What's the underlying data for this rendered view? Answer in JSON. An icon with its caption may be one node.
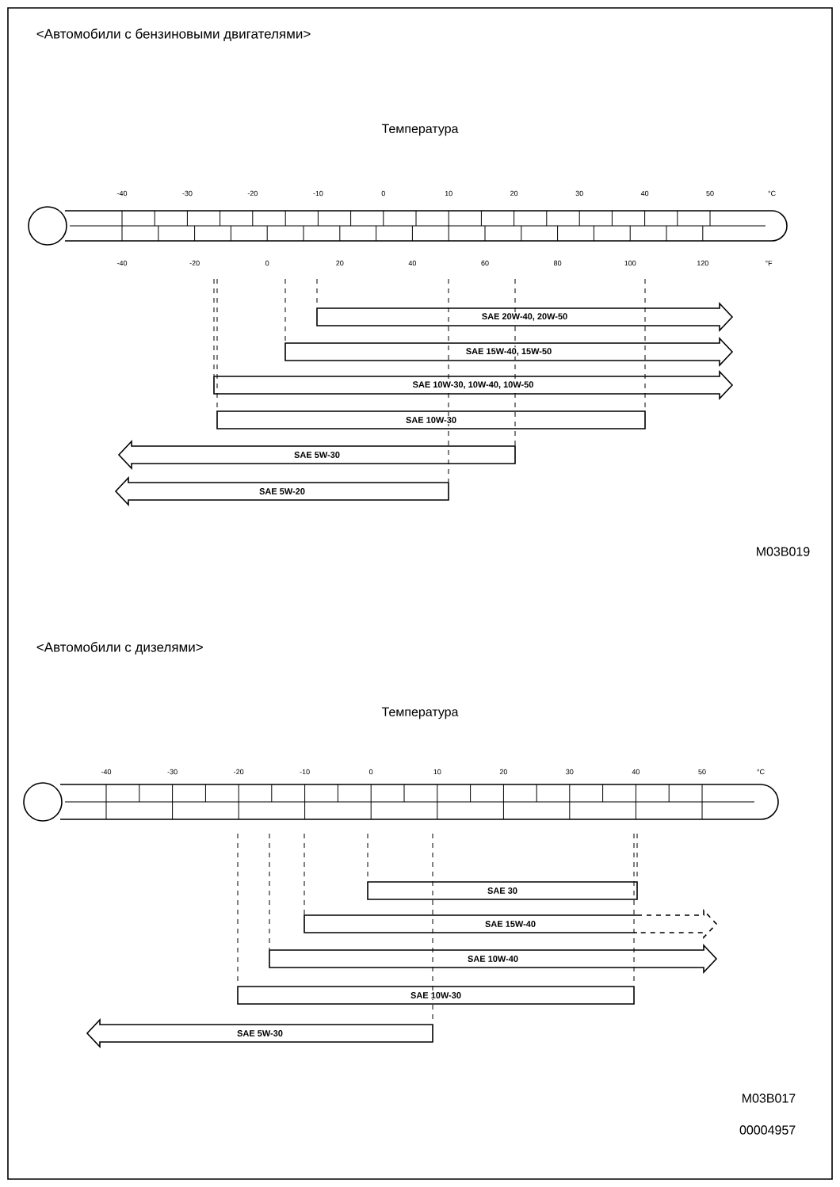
{
  "diagram": {
    "nodes": [
      {
        "text": [
          "SAE 20W-40, 20W-50"
        ]
      },
      {
        "text": [
          "SAE 15W-40, 15W-50"
        ]
      },
      {
        "text": [
          "SAE 10W-30, 10W-40, 10W-50"
        ]
      },
      {
        "text": [
          "SAE 10W-30"
        ]
      },
      {
        "text": [
          "SAE 5W-30"
        ]
      },
      {
        "text": [
          "SAE 5W-20"
        ]
      },
      {
        "text": [
          "SAE 30"
        ]
      },
      {
        "text": [
          "SAE 15W-40"
        ]
      },
      {
        "text": [
          "SAE 10W-40"
        ]
      },
      {
        "text": [
          "SAE 10W-30"
        ]
      },
      {
        "text": [
          "SAE 5W-30"
        ]
      }
    ],
    "labels": [
      "<Автомобили с бензиновыми двигателями>",
      "Температура",
      "-40",
      "-30",
      "-20",
      "-10",
      "0",
      "10",
      "20",
      "30",
      "40",
      "50",
      "°C",
      "-40",
      "-20",
      "0",
      "20",
      "40",
      "60",
      "80",
      "100",
      "120",
      "°F",
      "M03B019",
      "<Автомобили с дизелями>",
      "Температура",
      "-40",
      "-30",
      "-20",
      "-10",
      "0",
      "10",
      "20",
      "30",
      "40",
      "50",
      "°C",
      "M03B017",
      "00004957"
    ]
  }
}
